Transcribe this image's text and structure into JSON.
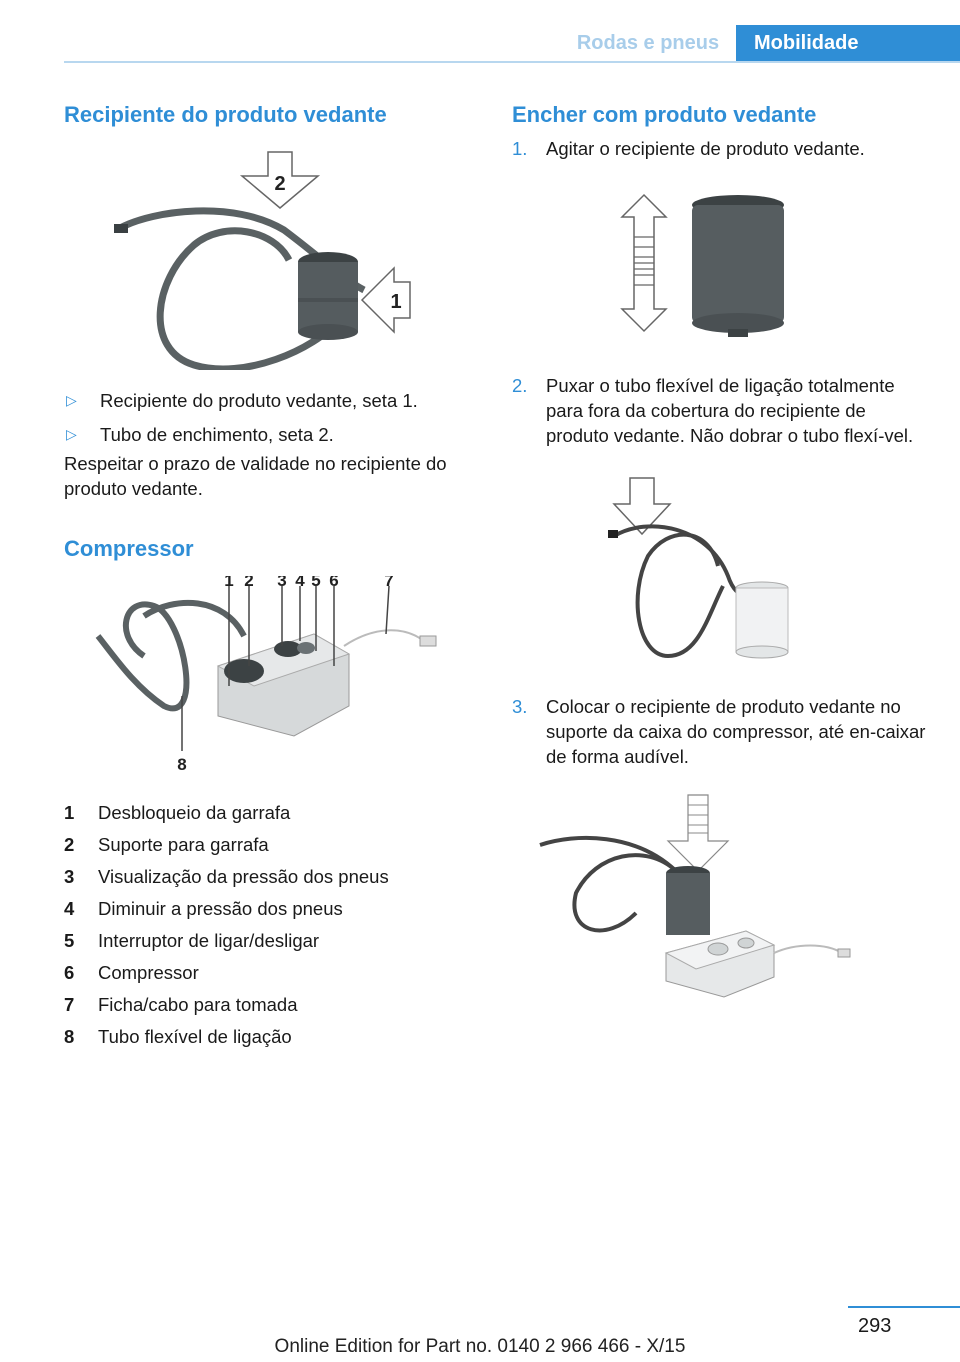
{
  "header": {
    "section": "Rodas e pneus",
    "chapter": "Mobilidade"
  },
  "left": {
    "title": "Recipiente do produto vedante",
    "fig1_labels": [
      "2",
      "1"
    ],
    "bullets": [
      "Recipiente do produto vedante, seta 1.",
      "Tubo de enchimento, seta 2."
    ],
    "note": "Respeitar o prazo de validade no recipiente do produto vedante.",
    "compressor_title": "Compressor",
    "fig2_labels": [
      "1",
      "2",
      "3",
      "4",
      "5",
      "6",
      "7",
      "8"
    ],
    "legend": [
      {
        "num": "1",
        "text": "Desbloqueio da garrafa"
      },
      {
        "num": "2",
        "text": "Suporte para garrafa"
      },
      {
        "num": "3",
        "text": "Visualização da pressão dos pneus"
      },
      {
        "num": "4",
        "text": "Diminuir a pressão dos pneus"
      },
      {
        "num": "5",
        "text": "Interruptor de ligar/desligar"
      },
      {
        "num": "6",
        "text": "Compressor"
      },
      {
        "num": "7",
        "text": "Ficha/cabo para tomada"
      },
      {
        "num": "8",
        "text": "Tubo flexível de ligação"
      }
    ]
  },
  "right": {
    "title": "Encher com produto vedante",
    "steps": [
      {
        "num": "1.",
        "text": "Agitar o recipiente de produto vedante."
      },
      {
        "num": "2.",
        "text": "Puxar o tubo flexível de ligação totalmente para fora da cobertura do recipiente de produto vedante. Não dobrar o tubo flexí-vel."
      },
      {
        "num": "3.",
        "text": "Colocar o recipiente de produto vedante no suporte da caixa do compressor, até en-caixar de forma audível."
      }
    ]
  },
  "page_number": "293",
  "footer": "Online Edition for Part no. 0140 2 966 466 - X/15"
}
